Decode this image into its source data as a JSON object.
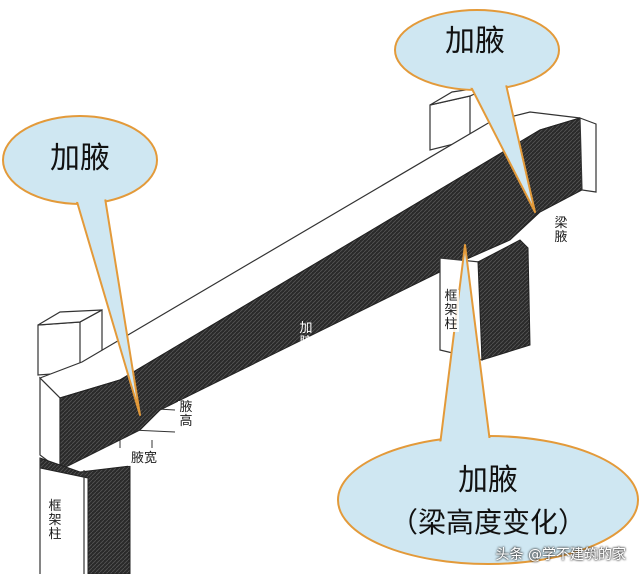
{
  "callouts": {
    "left": "加腋",
    "top_right": "加腋",
    "bottom_line1": "加腋",
    "bottom_line2": "（梁高度变化）"
  },
  "labels": {
    "haunch_height": "腋高",
    "haunch_width": "腋宽",
    "frame_column_left": "框架柱",
    "frame_column_right": "框架柱",
    "haunched_beam": "加腋梁",
    "beam_haunch": "梁腋"
  },
  "watermark": "头条 @学不建筑的家",
  "colors": {
    "callout_fill": "#cfe7f2",
    "callout_stroke": "#e39a3a",
    "beam_side": "#2a2a2a",
    "line": "#333333"
  }
}
